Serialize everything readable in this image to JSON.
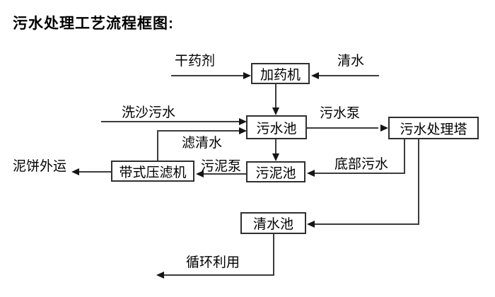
{
  "title": "污水处理工艺流程框图:",
  "nodes": {
    "dosing_machine": "加药机",
    "sewage_pool": "污水池",
    "treatment_tower": "污水处理塔",
    "belt_filter_press": "带式压滤机",
    "sludge_pool": "污泥池",
    "clean_water_pool": "清水池"
  },
  "edge_labels": {
    "dry_chemical": "干药剂",
    "clean_water": "清水",
    "sand_washing_sewage": "洗沙污水",
    "sewage_pump": "污水泵",
    "filtered_water": "滤清水",
    "bottom_sewage": "底部污水",
    "sludge_pump": "污泥泵",
    "mud_cake_out": "泥饼外运",
    "recycle_use": "循环利用"
  },
  "colors": {
    "background": "#ffffff",
    "line": "#3c3c3c",
    "arrowhead": "#151515",
    "box_border": "#2f2f2f",
    "text": "#000000"
  },
  "diagram_type": "flowchart"
}
